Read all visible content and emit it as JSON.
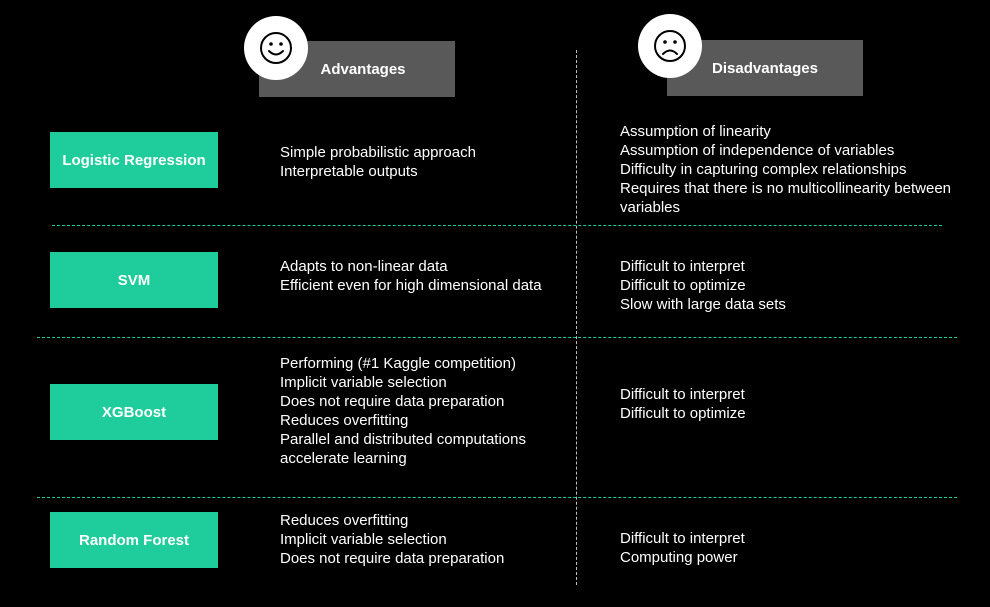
{
  "headers": {
    "advantages": "Advantages",
    "disadvantages": "Disadvantages"
  },
  "icons": {
    "advantages": "smiley-face-icon",
    "disadvantages": "sad-face-icon"
  },
  "colors": {
    "accent": "#1fcc9b",
    "header_bg": "#595959",
    "background": "#000000"
  },
  "rows": [
    {
      "model": "Logistic Regression",
      "advantages": [
        "Simple probabilistic approach",
        "Interpretable outputs"
      ],
      "disadvantages": [
        "Assumption of linearity",
        "Assumption of independence of variables",
        "Difficulty in capturing complex relationships",
        "Requires that there is no multicollinearity between",
        "variables"
      ]
    },
    {
      "model": "SVM",
      "advantages": [
        "Adapts to non-linear data",
        "Efficient even for high dimensional data"
      ],
      "disadvantages": [
        "Difficult to interpret",
        "Difficult to optimize",
        "Slow with large data sets"
      ]
    },
    {
      "model": "XGBoost",
      "advantages": [
        "Performing (#1 Kaggle competition)",
        "Implicit variable selection",
        "Does not require data preparation",
        "Reduces overfitting",
        "Parallel and distributed computations",
        "accelerate learning"
      ],
      "disadvantages": [
        "Difficult to interpret",
        "Difficult to optimize"
      ]
    },
    {
      "model": "Random Forest",
      "advantages": [
        "Reduces overfitting",
        "Implicit variable selection",
        "Does not require data preparation"
      ],
      "disadvantages": [
        "Difficult to interpret",
        "Computing power"
      ]
    }
  ]
}
